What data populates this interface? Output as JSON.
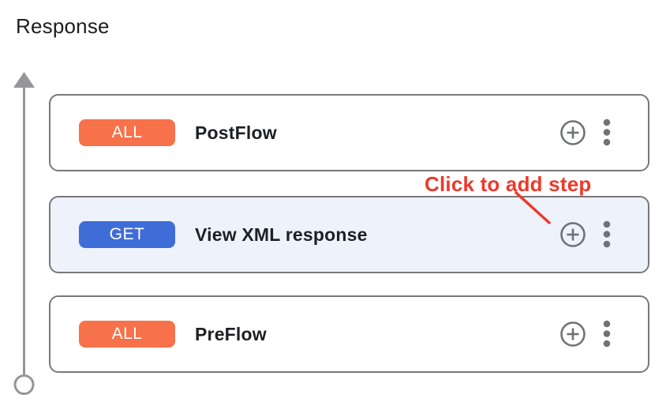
{
  "section": {
    "title": "Response"
  },
  "annotation": {
    "label": "Click to add step",
    "color": "#ee392b"
  },
  "cards": [
    {
      "method": "ALL",
      "name": "PostFlow",
      "method_color": "#f7714a",
      "selected": false
    },
    {
      "method": "GET",
      "name": "View XML response",
      "method_color": "#3e6dd8",
      "selected": true
    },
    {
      "method": "ALL",
      "name": "PreFlow",
      "method_color": "#f7714a",
      "selected": false
    }
  ],
  "icons": {
    "add_step": "plus-circle-icon",
    "more_options": "kebab-menu-icon",
    "flow_direction": "up-arrow-with-terminal-circle"
  },
  "colors": {
    "card_border": "#77787b",
    "selected_card_bg": "#edf2fb",
    "icon_gray": "#6f7276",
    "arrow_gray": "#949699",
    "text_dark": "#1d2023"
  }
}
